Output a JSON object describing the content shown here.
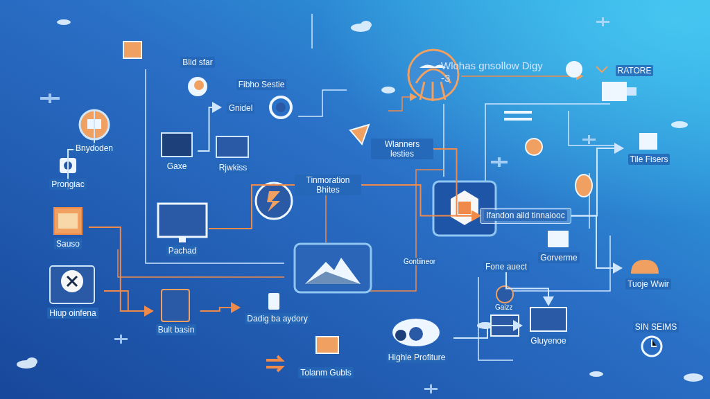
{
  "diagram": {
    "title": "Wlohas gnsollow Digy -3",
    "nodes": [
      {
        "text": [
          "Bnydoden"
        ]
      },
      {
        "text": [
          "Prongiac"
        ]
      },
      {
        "text": [
          "Sauso"
        ]
      },
      {
        "text": [
          "Hiup oinfena"
        ]
      },
      {
        "text": [
          "Blid sfar"
        ]
      },
      {
        "text": [
          "Fibho Sestie"
        ]
      },
      {
        "text": [
          "Gnidel"
        ]
      },
      {
        "text": [
          "Gaxe"
        ]
      },
      {
        "text": [
          "Rjwkiss"
        ]
      },
      {
        "text": [
          "Tinmoration Bhites"
        ]
      },
      {
        "text": [
          "Pachad"
        ]
      },
      {
        "text": [
          "Bult basin"
        ]
      },
      {
        "text": [
          "Dadig ba aydory"
        ]
      },
      {
        "text": [
          "Wlanners lesties"
        ]
      },
      {
        "text": [
          "Ifandon aild tinnaiooc"
        ]
      },
      {
        "text": [
          "Fone auect"
        ]
      },
      {
        "text": [
          "Gorverme"
        ]
      },
      {
        "text": [
          "Tile Fisers"
        ]
      },
      {
        "text": [
          "Tuoje Wwir"
        ]
      },
      {
        "text": [
          "SIN SEIMS"
        ]
      },
      {
        "text": [
          "Gluyenoe"
        ]
      },
      {
        "text": [
          "Highle Profiture"
        ]
      },
      {
        "text": [
          "Tolanm Gubls"
        ]
      },
      {
        "text": [
          "RATORE"
        ]
      }
    ],
    "edges": [
      {
        "from": 3,
        "to": 11,
        "arrow": "to"
      },
      {
        "from": 2,
        "to": 11,
        "arrow": "to"
      },
      {
        "from": 10,
        "to": 9,
        "arrow": "none"
      },
      {
        "from": 9,
        "to": 14,
        "arrow": "to"
      },
      {
        "from": 7,
        "to": 6,
        "arrow": "to"
      },
      {
        "from": 11,
        "to": 12,
        "arrow": "to"
      },
      {
        "from": 14,
        "to": 18,
        "arrow": "to"
      },
      {
        "from": 15,
        "to": 20,
        "arrow": "to"
      },
      {
        "from": 0,
        "to": 1,
        "arrow": "none"
      },
      {
        "from": 14,
        "to": 17,
        "arrow": "to"
      },
      {
        "from": 21,
        "to": 20,
        "arrow": "to"
      },
      {
        "from": 13,
        "to": 14,
        "arrow": "to"
      }
    ],
    "labels": [
      "Gaizz",
      "Gontiineor"
    ]
  }
}
